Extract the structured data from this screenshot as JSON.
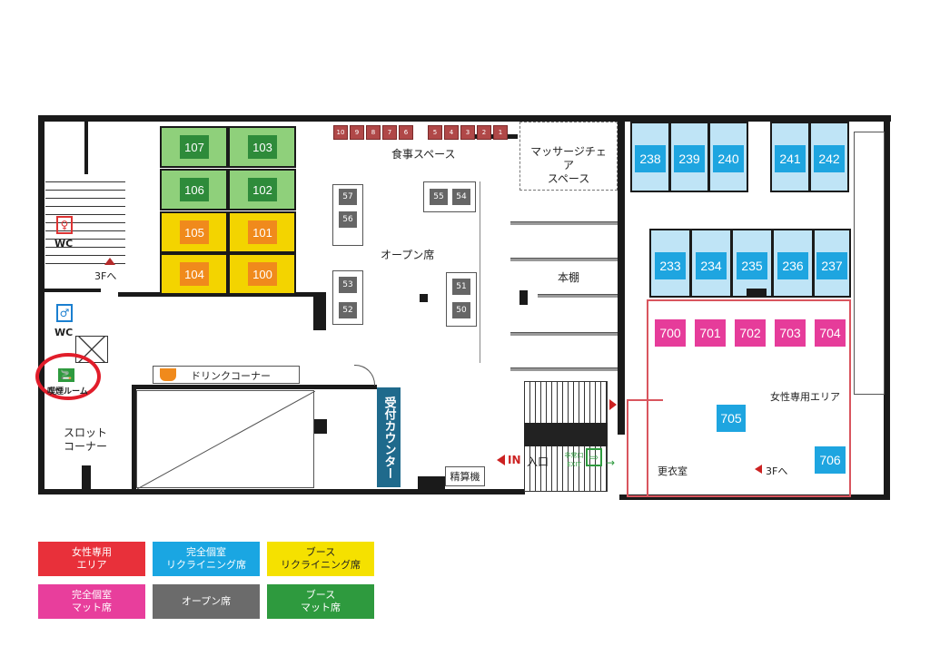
{
  "seats_booth_mat": [
    "107",
    "103",
    "106",
    "102"
  ],
  "seats_booth_recliner": [
    "105",
    "101",
    "104",
    "100"
  ],
  "dining_seats": [
    "10",
    "9",
    "8",
    "7",
    "6",
    "5",
    "4",
    "3",
    "2",
    "1"
  ],
  "open_seats": [
    "57",
    "56",
    "55",
    "54",
    "53",
    "52",
    "51",
    "50"
  ],
  "private_rooms_top": [
    "238",
    "239",
    "240",
    "241",
    "242"
  ],
  "private_rooms_mid": [
    "233",
    "234",
    "235",
    "236",
    "237"
  ],
  "women_rooms": [
    "700",
    "701",
    "702",
    "703",
    "704",
    "705",
    "706"
  ],
  "labels": {
    "dining": "食事スペース",
    "massage": "マッサージチェア\nスペース",
    "open_area": "オープン席",
    "bookshelf": "本棚",
    "wc1": "WC",
    "wc2": "WC",
    "to_3f_left": "3Fへ",
    "smoking": "喫煙ルーム",
    "slot": "スロット\nコーナー",
    "drink": "ドリンクコーナー",
    "reception": "受付カウンター",
    "checkout": "精算機",
    "entrance_in": "IN",
    "entrance": "入口",
    "exit_jp": "非常口",
    "exit_en": "EXIT",
    "women_area": "女性専用エリア",
    "changing": "更衣室",
    "to_3f_right": "3Fへ"
  },
  "legend": [
    {
      "line1": "女性専用",
      "line2": "エリア",
      "color": "#e8303a",
      "text": "#ffffff"
    },
    {
      "line1": "完全個室",
      "line2": "リクライニング席",
      "color": "#1aa6e2",
      "text": "#ffffff"
    },
    {
      "line1": "ブース",
      "line2": "リクライニング席",
      "color": "#f5e100",
      "text": "#222222"
    },
    {
      "line1": "完全個室",
      "line2": "マット席",
      "color": "#e83e9c",
      "text": "#ffffff"
    },
    {
      "line1": "オープン席",
      "line2": "",
      "color": "#6b6b6b",
      "text": "#ffffff"
    },
    {
      "line1": "ブース",
      "line2": "マット席",
      "color": "#2e9a3e",
      "text": "#ffffff"
    }
  ],
  "colors": {
    "booth_green_bg": "#8fd07b",
    "booth_green": "#2e8b3a",
    "booth_yellow_bg": "#f3d400",
    "booth_orange": "#f08a1c",
    "women_border": "#d9555e"
  }
}
